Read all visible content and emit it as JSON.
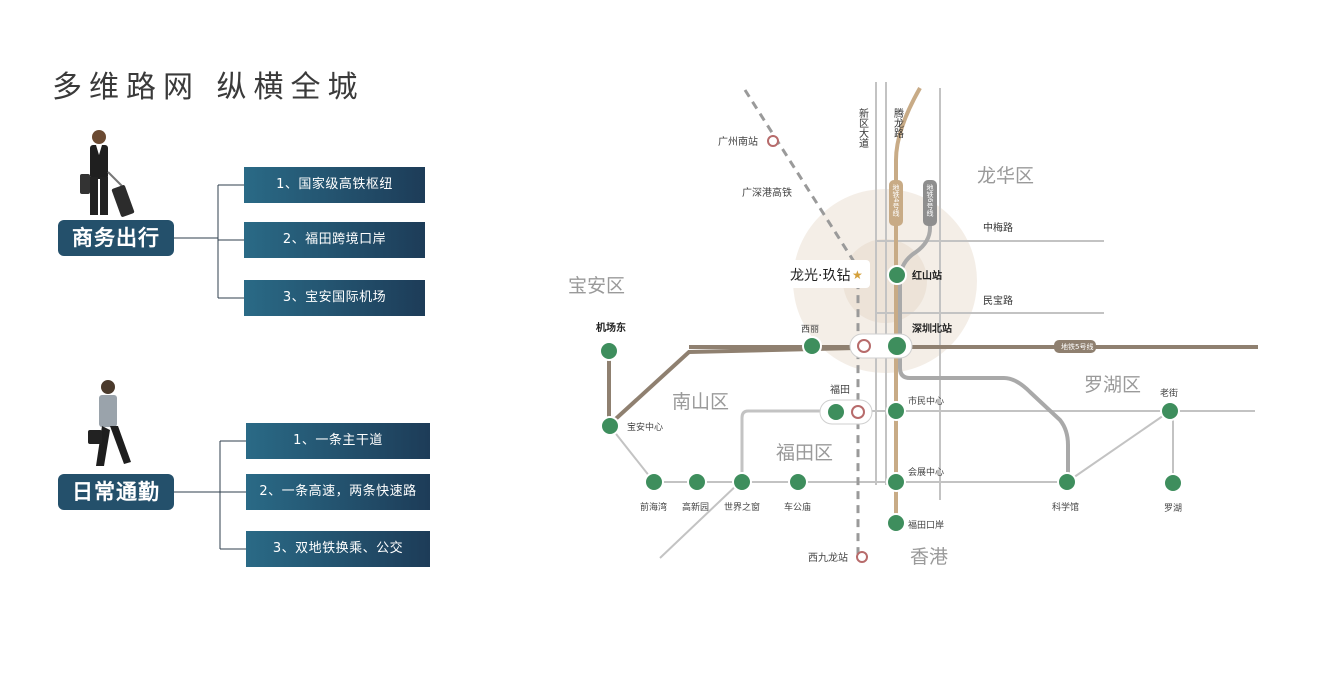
{
  "title": "多维路网  纵横全城",
  "sections": [
    {
      "label": "商务出行",
      "items": [
        "1、国家级高铁枢纽",
        "2、福田跨境口岸",
        "3、宝安国际机场"
      ]
    },
    {
      "label": "日常通勤",
      "items": [
        "1、一条主干道",
        "2、一条高速，两条快速路",
        "3、双地铁换乘、公交"
      ]
    }
  ],
  "map": {
    "districts": {
      "baoan": "宝安区",
      "longhua": "龙华区",
      "nanshan": "南山区",
      "futian": "福田区",
      "luohu": "罗湖区",
      "hongkong": "香港"
    },
    "roads": {
      "xinqu": "新区大道",
      "tenglong": "腾龙路",
      "zhongmei": "中梅路",
      "minbao": "民宝路"
    },
    "lines": {
      "rail_gsz": "广深港高铁",
      "metro4": "地铁4号线",
      "metro6": "地铁6号线",
      "metro5": "地铁5号线"
    },
    "project": "龙光·玖钻",
    "rail_stations": {
      "guangzhou_south": "广州南站",
      "west_kowloon": "西九龙站",
      "futian_rail": "福田"
    },
    "stations": {
      "airport_east": "机场东",
      "baoan_center": "宝安中心",
      "qianhaiwan": "前海湾",
      "gaoxinyuan": "高新园",
      "window_world": "世界之窗",
      "chegongmiao": "车公庙",
      "xili": "西丽",
      "hongshan": "红山站",
      "shenzhen_north": "深圳北站",
      "civic_center": "市民中心",
      "exhibition_center": "会展中心",
      "futian_port": "福田口岸",
      "science_museum": "科学馆",
      "laojie": "老街",
      "luohu": "罗湖"
    }
  },
  "colors": {
    "label_bg": "#24506b",
    "station": "#3e8e5d",
    "line5": "#8f8070",
    "line4": "#c8ab86",
    "rail": "#a9a9a9",
    "halo": "#efe7dd"
  }
}
